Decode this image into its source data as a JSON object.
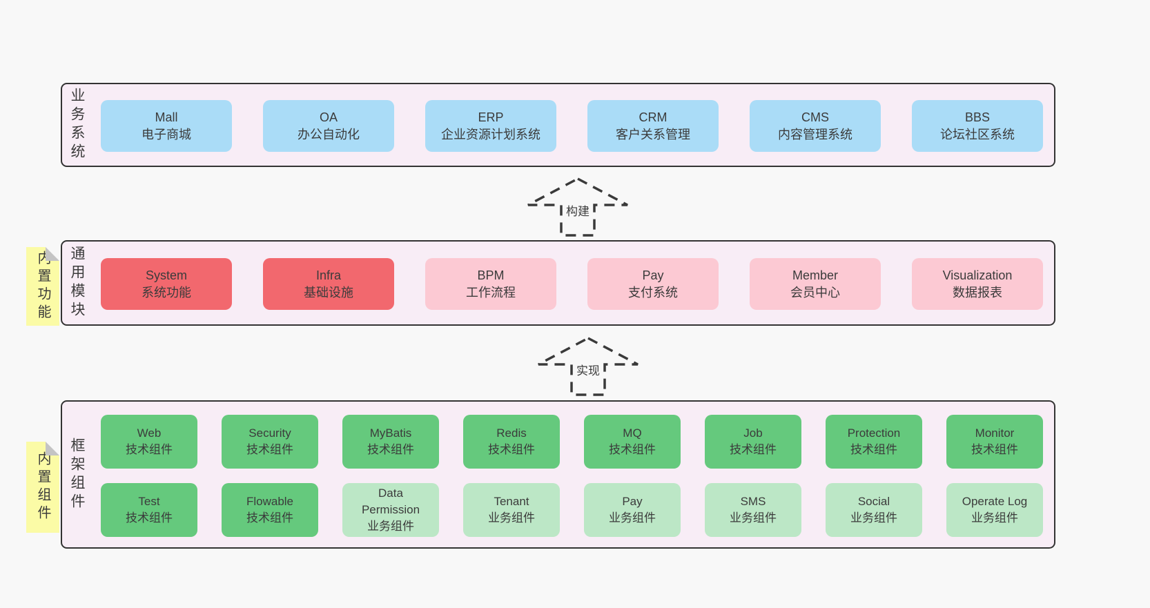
{
  "layers": {
    "business": {
      "label": "业务系统",
      "boxes": [
        {
          "title": "Mall",
          "subtitle": "电子商城"
        },
        {
          "title": "OA",
          "subtitle": "办公自动化"
        },
        {
          "title": "ERP",
          "subtitle": "企业资源计划系统"
        },
        {
          "title": "CRM",
          "subtitle": "客户关系管理"
        },
        {
          "title": "CMS",
          "subtitle": "内容管理系统"
        },
        {
          "title": "BBS",
          "subtitle": "论坛社区系统"
        }
      ]
    },
    "modules": {
      "label": "通用模块",
      "note": "内置功能",
      "boxes": [
        {
          "title": "System",
          "subtitle": "系统功能"
        },
        {
          "title": "Infra",
          "subtitle": "基础设施"
        },
        {
          "title": "BPM",
          "subtitle": "工作流程"
        },
        {
          "title": "Pay",
          "subtitle": "支付系统"
        },
        {
          "title": "Member",
          "subtitle": "会员中心"
        },
        {
          "title": "Visualization",
          "subtitle": "数据报表"
        }
      ]
    },
    "components": {
      "label": "框架组件",
      "note": "内置组件",
      "row1": [
        {
          "title": "Web",
          "subtitle": "技术组件"
        },
        {
          "title": "Security",
          "subtitle": "技术组件"
        },
        {
          "title": "MyBatis",
          "subtitle": "技术组件"
        },
        {
          "title": "Redis",
          "subtitle": "技术组件"
        },
        {
          "title": "MQ",
          "subtitle": "技术组件"
        },
        {
          "title": "Job",
          "subtitle": "技术组件"
        },
        {
          "title": "Protection",
          "subtitle": "技术组件"
        },
        {
          "title": "Monitor",
          "subtitle": "技术组件"
        }
      ],
      "row2": [
        {
          "title": "Test",
          "subtitle": "技术组件"
        },
        {
          "title": "Flowable",
          "subtitle": "技术组件"
        },
        {
          "title": "Data Permission",
          "subtitle": "业务组件"
        },
        {
          "title": "Tenant",
          "subtitle": "业务组件"
        },
        {
          "title": "Pay",
          "subtitle": "业务组件"
        },
        {
          "title": "SMS",
          "subtitle": "业务组件"
        },
        {
          "title": "Social",
          "subtitle": "业务组件"
        },
        {
          "title": "Operate Log",
          "subtitle": "业务组件"
        }
      ]
    }
  },
  "arrows": {
    "build": {
      "label": "构建"
    },
    "implement": {
      "label": "实现"
    }
  },
  "colors": {
    "page_bg": "#f8f8f8",
    "layer_bg": "#f8edf6",
    "layer_border": "#333333",
    "blue": "#aadcf7",
    "red": "#f2686e",
    "pink": "#fcc9d3",
    "green": "#65c97d",
    "light_green": "#bce7c6",
    "note_yellow": "#fbfba6",
    "text": "#3b3b3b"
  }
}
